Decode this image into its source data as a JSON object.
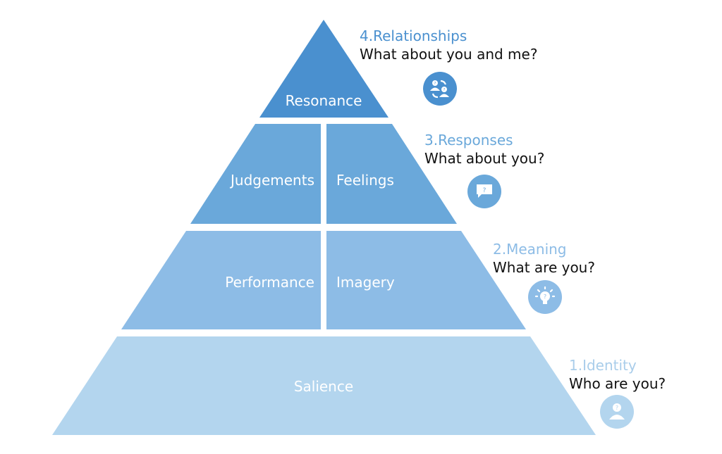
{
  "colors": {
    "tier4": "#4a90cf",
    "tier3": "#6aa8da",
    "tier2": "#8dbce6",
    "tier1": "#b3d5ee",
    "label4": "#4a90cf",
    "label3": "#6aa8da",
    "label2": "#8dbce6",
    "label1": "#a9cdea"
  },
  "pyramid": {
    "tiers": [
      {
        "level": 4,
        "blocks": [
          "Resonance"
        ]
      },
      {
        "level": 3,
        "blocks": [
          "Judgements",
          "Feelings"
        ]
      },
      {
        "level": 2,
        "blocks": [
          "Performance",
          "Imagery"
        ]
      },
      {
        "level": 1,
        "blocks": [
          "Salience"
        ]
      }
    ]
  },
  "steps": [
    {
      "title": "4.Relationships",
      "question": "What about you and me?",
      "icon": "people-exchange-icon"
    },
    {
      "title": "3.Responses",
      "question": "What about you?",
      "icon": "speech-bubble-question-icon"
    },
    {
      "title": "2.Meaning",
      "question": "What are you?",
      "icon": "lightbulb-question-icon"
    },
    {
      "title": "1.Identity",
      "question": "Who are you?",
      "icon": "person-question-icon"
    }
  ]
}
